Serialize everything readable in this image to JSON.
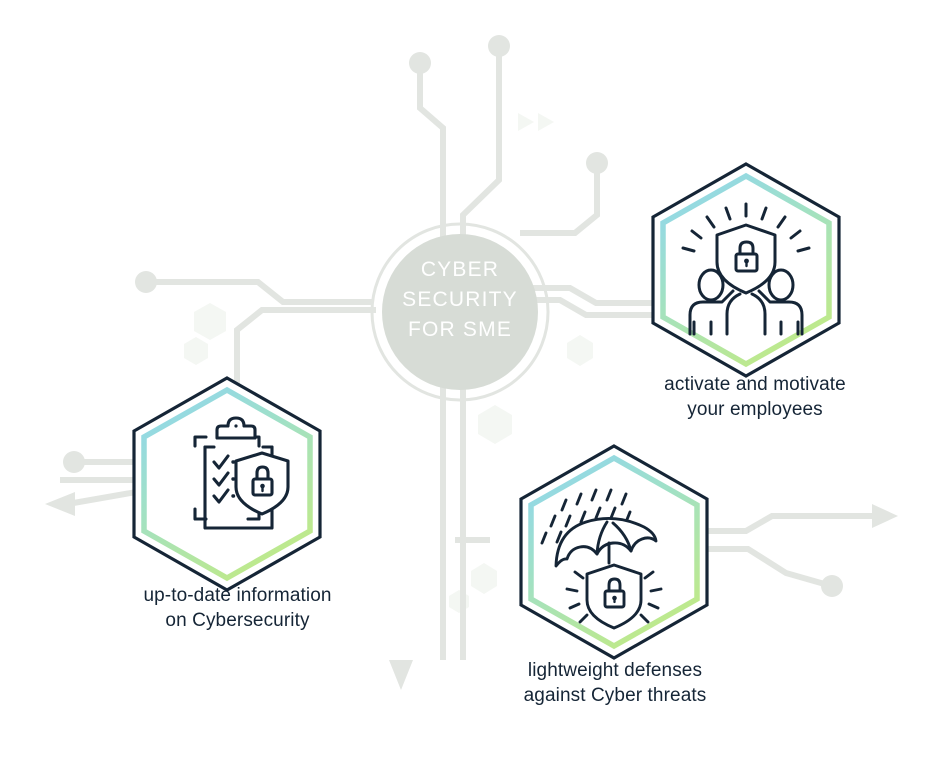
{
  "diagram": {
    "title": "Cyber Security for SME infographic",
    "center": {
      "label": "CYBER\nSECURITY\nFOR SME",
      "fill_color": "#d7dcd6",
      "text_color": "#ffffff"
    },
    "colors": {
      "circuit_line": "#e2e5e1",
      "hex_outline": "#152536",
      "hex_gradient_top": "#8ed5f2",
      "hex_gradient_bottom": "#bde98e",
      "label_text": "#152536",
      "watermark": "#f4f7f3",
      "icon_stroke": "#152536",
      "background": "#ffffff"
    },
    "nodes": [
      {
        "id": "info",
        "icon": "clipboard-checklist-shield-lock-icon",
        "label": "up-to-date information\non Cybersecurity"
      },
      {
        "id": "employees",
        "icon": "people-shield-lock-icon",
        "label": "activate and motivate\nyour employees"
      },
      {
        "id": "defense",
        "icon": "umbrella-rain-shield-lock-icon",
        "label": "lightweight defenses\nagainst Cyber threats"
      }
    ]
  }
}
